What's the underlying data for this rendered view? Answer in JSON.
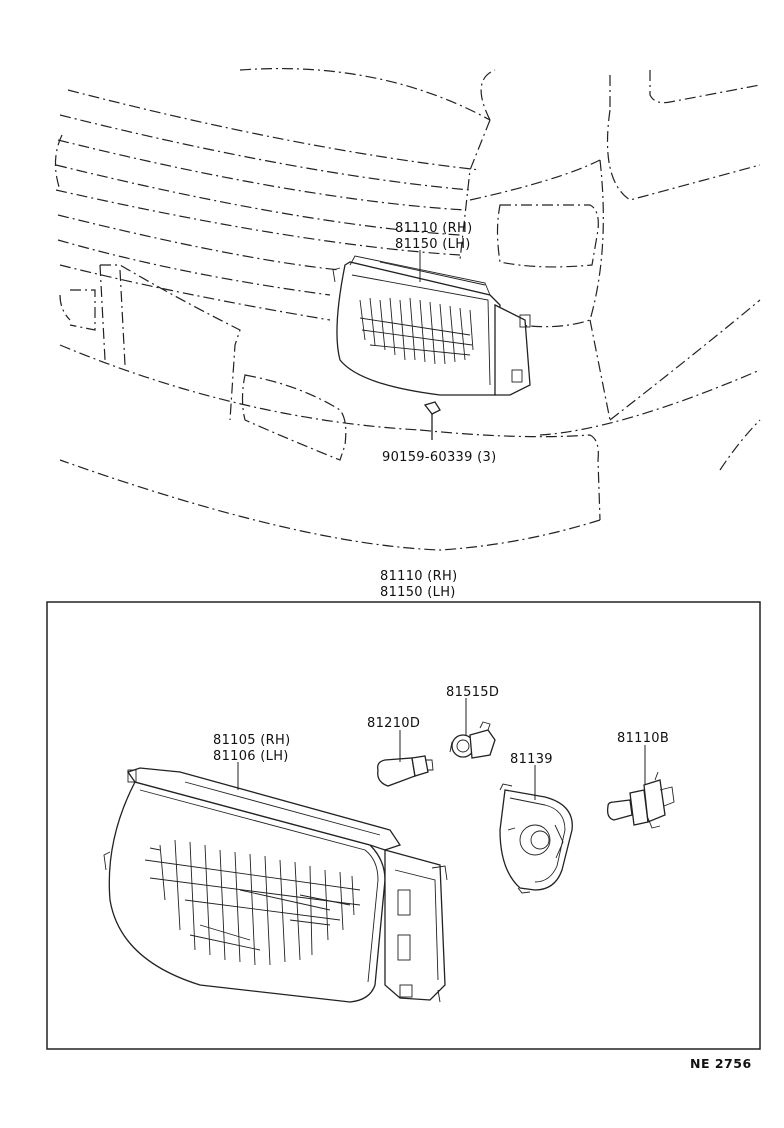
{
  "callouts": {
    "assembly_top_rh": "81110 (RH)",
    "assembly_top_lh": "81150 (LH)",
    "screw": "90159-60339 (3)",
    "assembly_box_rh": "81110 (RH)",
    "assembly_box_lh": "81150 (LH)",
    "unit_rh": "81105 (RH)",
    "unit_lh": "81106 (LH)",
    "bulb": "81210D",
    "socket": "81515D",
    "cover": "81139",
    "halogen_bulb": "81110B"
  },
  "reference_code": "NE 2756"
}
